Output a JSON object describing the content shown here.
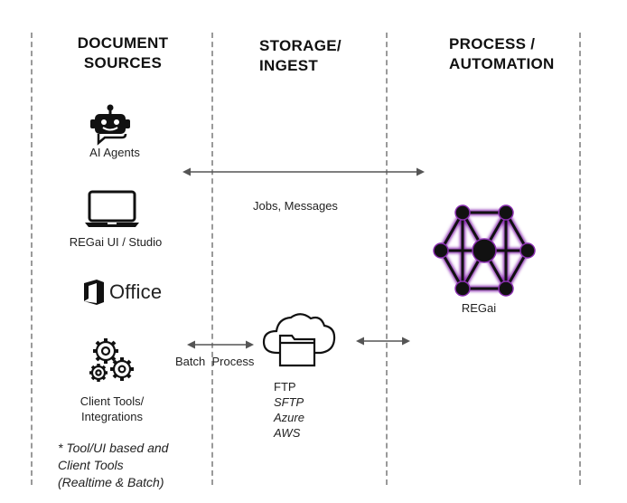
{
  "columns": {
    "sources": {
      "line1": "DOCUMENT",
      "line2": "SOURCES"
    },
    "storage": {
      "line1": "STORAGE/",
      "line2": "INGEST"
    },
    "process": {
      "line1": "PROCESS /",
      "line2": "AUTOMATION"
    }
  },
  "sources": {
    "ai_agents": "AI Agents",
    "regai_ui": "REGai UI / Studio",
    "office": "Office",
    "client_tools_line1": "Client Tools/",
    "client_tools_line2": "Integrations"
  },
  "flows": {
    "jobs_messages": "Jobs, Messages",
    "batch_process": "Batch  Process"
  },
  "storage_items": [
    "FTP",
    "SFTP",
    "Azure",
    "AWS"
  ],
  "process": {
    "regai": "REGai"
  },
  "footnote": {
    "line1": "* Tool/UI based and",
    "line2": "Client Tools",
    "line3": "(Realtime & Batch)"
  },
  "colors": {
    "divider": "#9a9a9a",
    "arrow": "#555555",
    "hub_glow": "#8a2fb0",
    "office_orange": "#222222"
  }
}
